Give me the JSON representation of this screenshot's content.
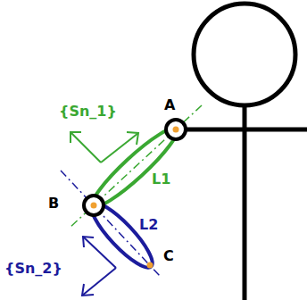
{
  "diagram": {
    "labels": [
      "{Sn_1}",
      "A",
      "L1",
      "B",
      "L2",
      "C",
      "{Sn_2}"
    ]
  }
}
